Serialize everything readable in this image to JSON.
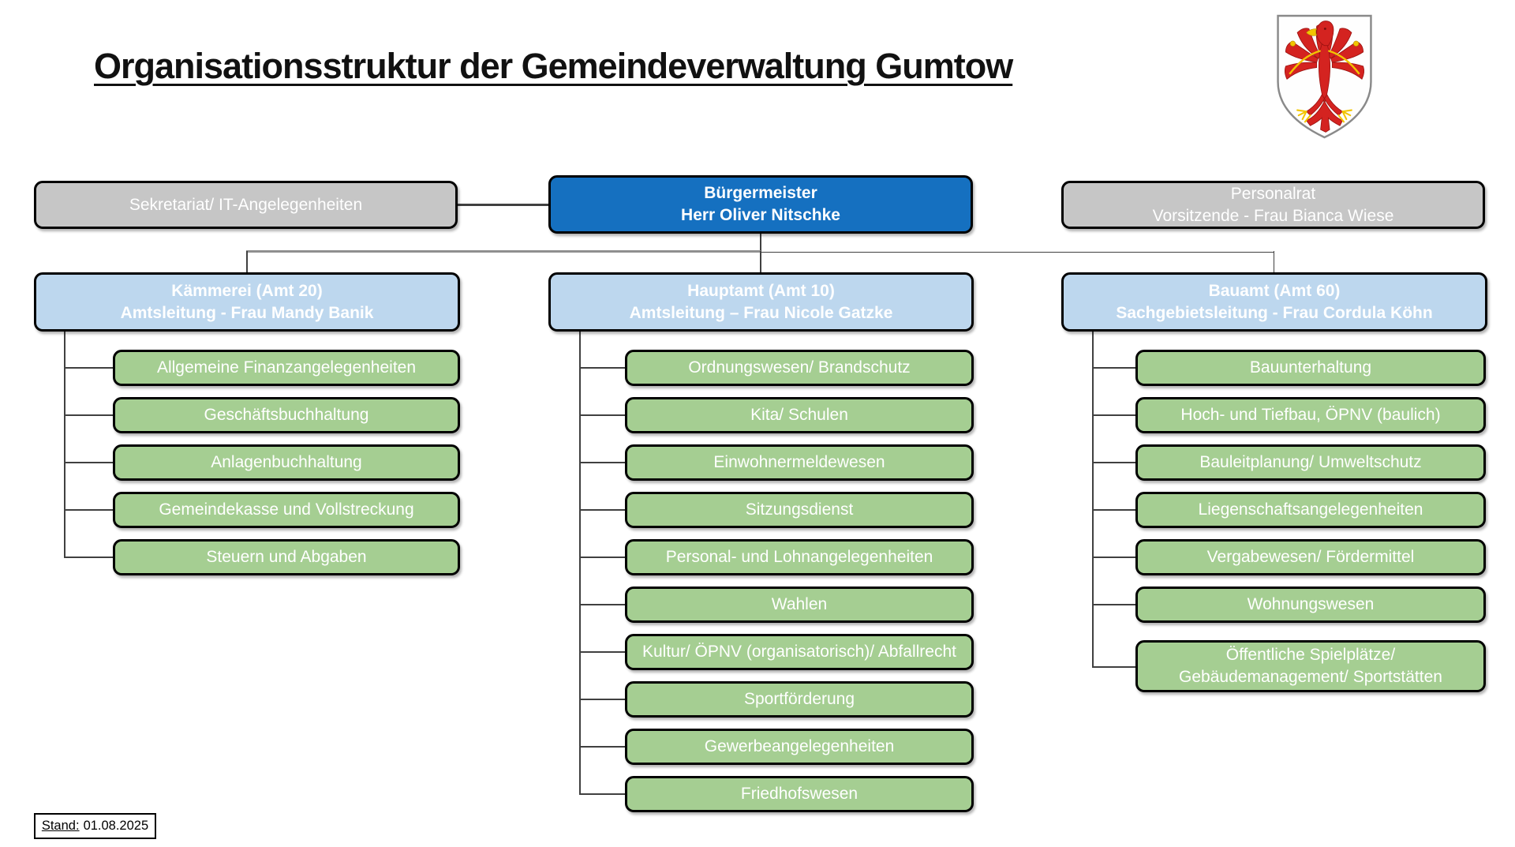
{
  "title": "Organisationsstruktur der Gemeindeverwaltung Gumtow",
  "icons": {
    "coat_of_arms": "brandenburg-red-eagle-shield"
  },
  "colors": {
    "executive_blue": "#1570c0",
    "department_light_blue": "#bdd7ee",
    "unit_green": "#a5ce92",
    "staff_gray": "#c6c6c6",
    "connector": "#404040"
  },
  "top_row": {
    "sekretariat": {
      "line1": "Sekretariat/ IT-Angelegenheiten"
    },
    "buergermeister": {
      "line1": "Bürgermeister",
      "line2": "Herr Oliver Nitschke"
    },
    "personalrat": {
      "line1": "Personalrat",
      "line2": "Vorsitzende - Frau Bianca Wiese"
    }
  },
  "departments": [
    {
      "line1": "Kämmerei (Amt 20)",
      "line2": "Amtsleitung - Frau Mandy Banik",
      "units": [
        "Allgemeine Finanzangelegenheiten",
        "Geschäftsbuchhaltung",
        "Anlagenbuchhaltung",
        "Gemeindekasse und Vollstreckung",
        "Steuern und Abgaben"
      ]
    },
    {
      "line1": "Hauptamt (Amt 10)",
      "line2": "Amtsleitung – Frau Nicole Gatzke",
      "units": [
        "Ordnungswesen/ Brandschutz",
        "Kita/ Schulen",
        "Einwohnermeldewesen",
        "Sitzungsdienst",
        "Personal- und Lohnangelegenheiten",
        "Wahlen",
        "Kultur/ ÖPNV (organisatorisch)/ Abfallrecht",
        "Sportförderung",
        "Gewerbeangelegenheiten",
        "Friedhofswesen"
      ]
    },
    {
      "line1": "Bauamt (Amt 60)",
      "line2": "Sachgebietsleitung - Frau Cordula Köhn",
      "units": [
        "Bauunterhaltung",
        "Hoch- und Tiefbau, ÖPNV (baulich)",
        "Bauleitplanung/ Umweltschutz",
        "Liegenschaftsangelegenheiten",
        "Vergabewesen/ Fördermittel",
        "Wohnungswesen",
        "Öffentliche Spielplätze/ Gebäudemanagement/ Sportstätten"
      ]
    }
  ],
  "stand": {
    "label": "Stand:",
    "date": "01.08.2025"
  }
}
